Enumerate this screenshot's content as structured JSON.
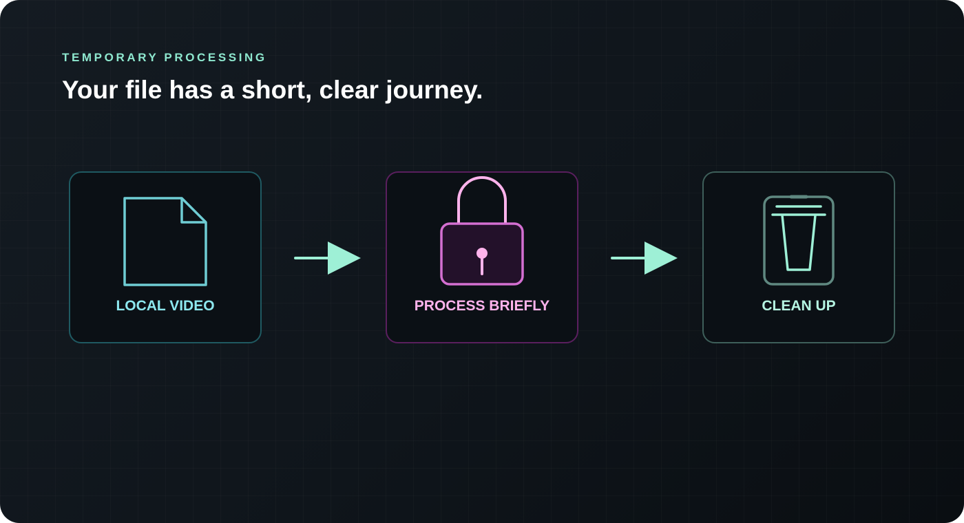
{
  "header": {
    "eyebrow": "TEMPORARY PROCESSING",
    "title": "Your file has a short, clear journey."
  },
  "steps": [
    {
      "label": "LOCAL VIDEO",
      "icon": "document-icon"
    },
    {
      "label": "PROCESS BRIEFLY",
      "icon": "padlock-icon"
    },
    {
      "label": "CLEAN UP",
      "icon": "trash-bin-icon"
    }
  ],
  "colors": {
    "accent_mint": "#9ef0d6",
    "teal": "#6fcdd4",
    "pink": "#ffb3ec",
    "magenta": "#d46fd1",
    "sage": "#5f8880"
  }
}
